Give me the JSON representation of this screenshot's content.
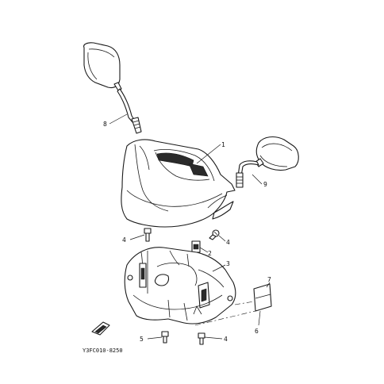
{
  "callouts": {
    "c1": "1",
    "c2": "2",
    "c3": "3",
    "c4a": "4",
    "c4b": "4",
    "c4c": "4",
    "c5": "5",
    "c6": "6",
    "c7": "7",
    "c8": "8",
    "c9": "9"
  },
  "diagram_code": "Y3FC010-8250"
}
